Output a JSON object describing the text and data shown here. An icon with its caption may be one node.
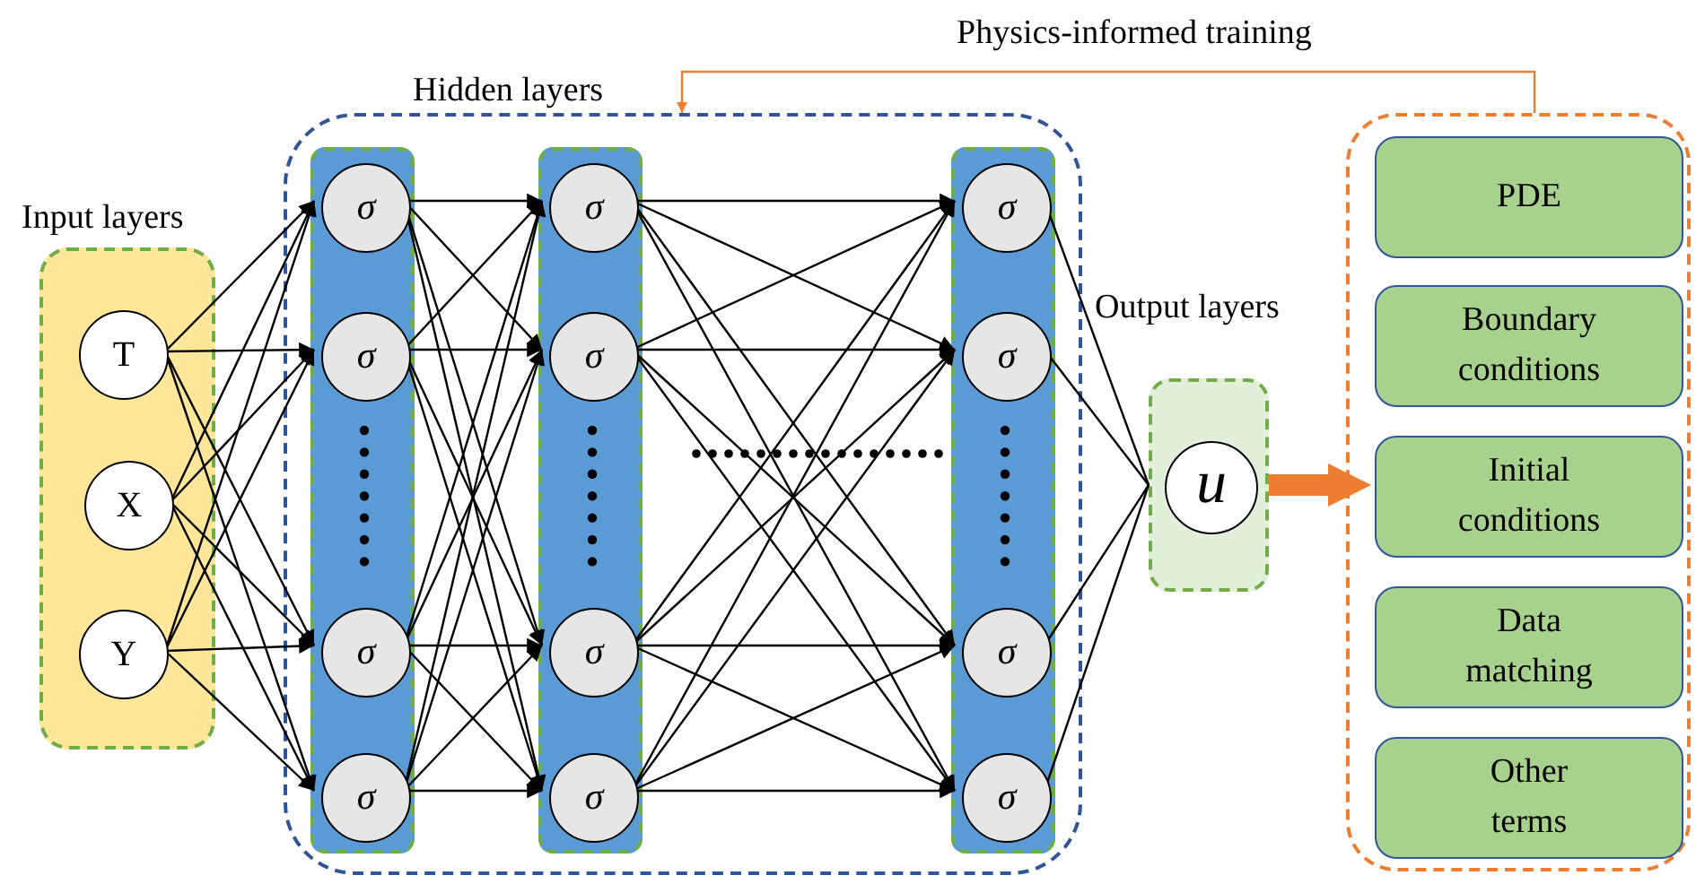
{
  "diagram": {
    "nodes": [
      {
        "text": [
          "Input layers"
        ]
      },
      {
        "text": [
          "T"
        ],
        "in": 0
      },
      {
        "text": [
          "X"
        ],
        "in": 0
      },
      {
        "text": [
          "Y"
        ],
        "in": 0
      },
      {
        "text": [
          "Hidden layers"
        ]
      },
      {
        "text": [],
        "shape": "bar",
        "in": 4
      },
      {
        "text": [],
        "shape": "bar",
        "in": 4
      },
      {
        "text": [],
        "shape": "bar",
        "in": 4
      },
      {
        "text": [
          "σ"
        ],
        "in": 5
      },
      {
        "text": [
          "σ"
        ],
        "in": 5
      },
      {
        "text": [
          "σ"
        ],
        "in": 5
      },
      {
        "text": [
          "σ"
        ],
        "in": 5
      },
      {
        "text": [
          "σ"
        ],
        "in": 6
      },
      {
        "text": [
          "σ"
        ],
        "in": 6
      },
      {
        "text": [
          "σ"
        ],
        "in": 6
      },
      {
        "text": [
          "σ"
        ],
        "in": 6
      },
      {
        "text": [
          "σ"
        ],
        "in": 7
      },
      {
        "text": [
          "σ"
        ],
        "in": 7
      },
      {
        "text": [
          "σ"
        ],
        "in": 7
      },
      {
        "text": [
          "σ"
        ],
        "in": 7
      },
      {
        "text": [
          "Output layers"
        ]
      },
      {
        "text": [
          "u"
        ],
        "in": 20
      },
      {
        "text": [],
        "shape": "box"
      },
      {
        "text": [
          "PDE"
        ],
        "in": 22
      },
      {
        "text": [
          "Boundary conditions"
        ],
        "in": 22
      },
      {
        "text": [
          "Initial conditions"
        ],
        "in": 22
      },
      {
        "text": [
          "Data matching"
        ],
        "in": 22
      },
      {
        "text": [
          "Other terms"
        ],
        "in": 22
      }
    ],
    "edges": [
      {
        "from": 1,
        "to": 8,
        "arrow": "to"
      },
      {
        "from": 1,
        "to": 9,
        "arrow": "to"
      },
      {
        "from": 1,
        "to": 10,
        "arrow": "to"
      },
      {
        "from": 1,
        "to": 11,
        "arrow": "to"
      },
      {
        "from": 2,
        "to": 8,
        "arrow": "to"
      },
      {
        "from": 2,
        "to": 9,
        "arrow": "to"
      },
      {
        "from": 2,
        "to": 10,
        "arrow": "to"
      },
      {
        "from": 2,
        "to": 11,
        "arrow": "to"
      },
      {
        "from": 3,
        "to": 8,
        "arrow": "to"
      },
      {
        "from": 3,
        "to": 9,
        "arrow": "to"
      },
      {
        "from": 3,
        "to": 10,
        "arrow": "to"
      },
      {
        "from": 3,
        "to": 11,
        "arrow": "to"
      },
      {
        "from": 8,
        "to": 12,
        "arrow": "to"
      },
      {
        "from": 8,
        "to": 13,
        "arrow": "to"
      },
      {
        "from": 8,
        "to": 14,
        "arrow": "to"
      },
      {
        "from": 8,
        "to": 15,
        "arrow": "to"
      },
      {
        "from": 9,
        "to": 12,
        "arrow": "to"
      },
      {
        "from": 9,
        "to": 13,
        "arrow": "to"
      },
      {
        "from": 9,
        "to": 14,
        "arrow": "to"
      },
      {
        "from": 9,
        "to": 15,
        "arrow": "to"
      },
      {
        "from": 10,
        "to": 12,
        "arrow": "to"
      },
      {
        "from": 10,
        "to": 13,
        "arrow": "to"
      },
      {
        "from": 10,
        "to": 14,
        "arrow": "to"
      },
      {
        "from": 10,
        "to": 15,
        "arrow": "to"
      },
      {
        "from": 11,
        "to": 12,
        "arrow": "to"
      },
      {
        "from": 11,
        "to": 13,
        "arrow": "to"
      },
      {
        "from": 11,
        "to": 14,
        "arrow": "to"
      },
      {
        "from": 11,
        "to": 15,
        "arrow": "to"
      },
      {
        "from": 12,
        "to": 16,
        "arrow": "to"
      },
      {
        "from": 12,
        "to": 17,
        "arrow": "to"
      },
      {
        "from": 12,
        "to": 18,
        "arrow": "to"
      },
      {
        "from": 12,
        "to": 19,
        "arrow": "to"
      },
      {
        "from": 13,
        "to": 16,
        "arrow": "to"
      },
      {
        "from": 13,
        "to": 17,
        "arrow": "to"
      },
      {
        "from": 13,
        "to": 18,
        "arrow": "to"
      },
      {
        "from": 13,
        "to": 19,
        "arrow": "to"
      },
      {
        "from": 14,
        "to": 16,
        "arrow": "to"
      },
      {
        "from": 14,
        "to": 17,
        "arrow": "to"
      },
      {
        "from": 14,
        "to": 18,
        "arrow": "to"
      },
      {
        "from": 14,
        "to": 19,
        "arrow": "to"
      },
      {
        "from": 15,
        "to": 16,
        "arrow": "to"
      },
      {
        "from": 15,
        "to": 17,
        "arrow": "to"
      },
      {
        "from": 15,
        "to": 18,
        "arrow": "to"
      },
      {
        "from": 15,
        "to": 19,
        "arrow": "to"
      },
      {
        "from": 16,
        "to": 20,
        "arrow": "none"
      },
      {
        "from": 17,
        "to": 20,
        "arrow": "none"
      },
      {
        "from": 18,
        "to": 20,
        "arrow": "none"
      },
      {
        "from": 19,
        "to": 20,
        "arrow": "none"
      },
      {
        "from": 22,
        "to": 4,
        "arrow": "to",
        "label": "Physics-informed training",
        "color": "#ed7d31"
      },
      {
        "from": 20,
        "to": 25,
        "arrow": "to",
        "style": "thick",
        "color": "#ed7d31"
      }
    ]
  }
}
